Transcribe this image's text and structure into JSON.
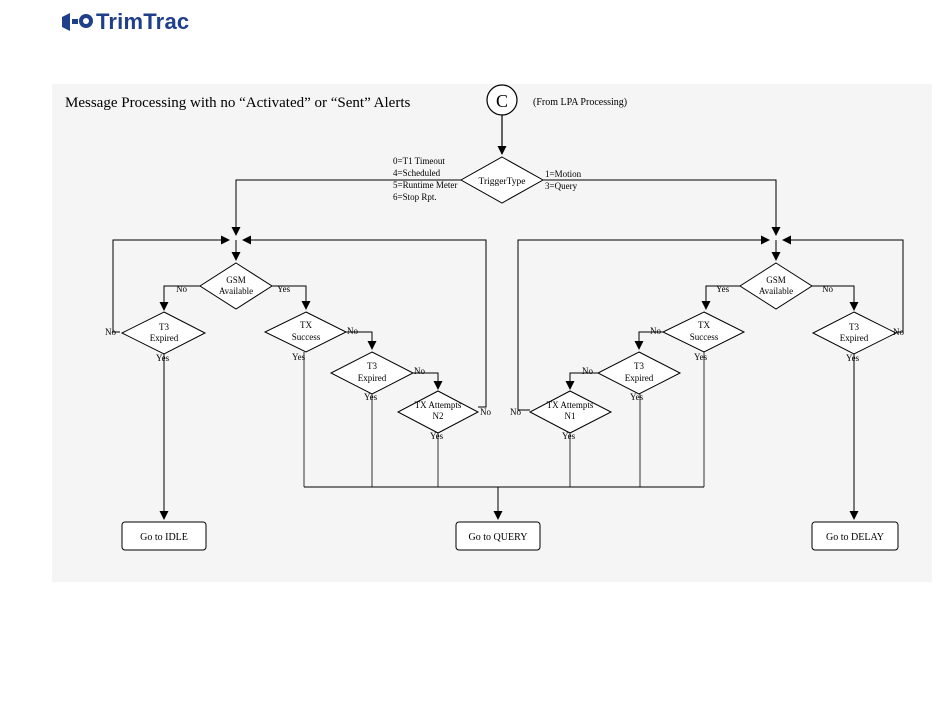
{
  "header": {
    "logo_text": "TrimTrac",
    "logo_icon": "trimtrac-logo-icon"
  },
  "diagram": {
    "title": "Message Processing with no “Activated” or “Sent” Alerts",
    "connector_label": "C",
    "connector_note": "(From LPA Processing)",
    "trigger": {
      "label": "TriggerType",
      "left_lines": [
        "0=T1 Timeout",
        "4=Scheduled",
        "5=Runtime Meter",
        "6=Stop Rpt."
      ],
      "right_lines": [
        "1=Motion",
        "3=Query"
      ]
    },
    "left": {
      "gsm_lines": [
        "GSM",
        "Available"
      ],
      "t3_lines": [
        "T3",
        "Expired"
      ],
      "tx_lines": [
        "TX",
        "Success"
      ],
      "t3b_lines": [
        "T3",
        "Expired"
      ],
      "txa_lines": [
        "TX Attempts",
        "N2"
      ]
    },
    "right": {
      "gsm_lines": [
        "GSM",
        "Available"
      ],
      "t3_lines": [
        "T3",
        "Expired"
      ],
      "tx_lines": [
        "TX",
        "Success"
      ],
      "t3b_lines": [
        "T3",
        "Expired"
      ],
      "txa_lines": [
        "TX Attempts",
        "N1"
      ]
    },
    "labels": {
      "yes": "Yes",
      "no": "No"
    },
    "terminals": {
      "idle": "Go to IDLE",
      "query": "Go to QUERY",
      "delay": "Go to DELAY"
    }
  }
}
